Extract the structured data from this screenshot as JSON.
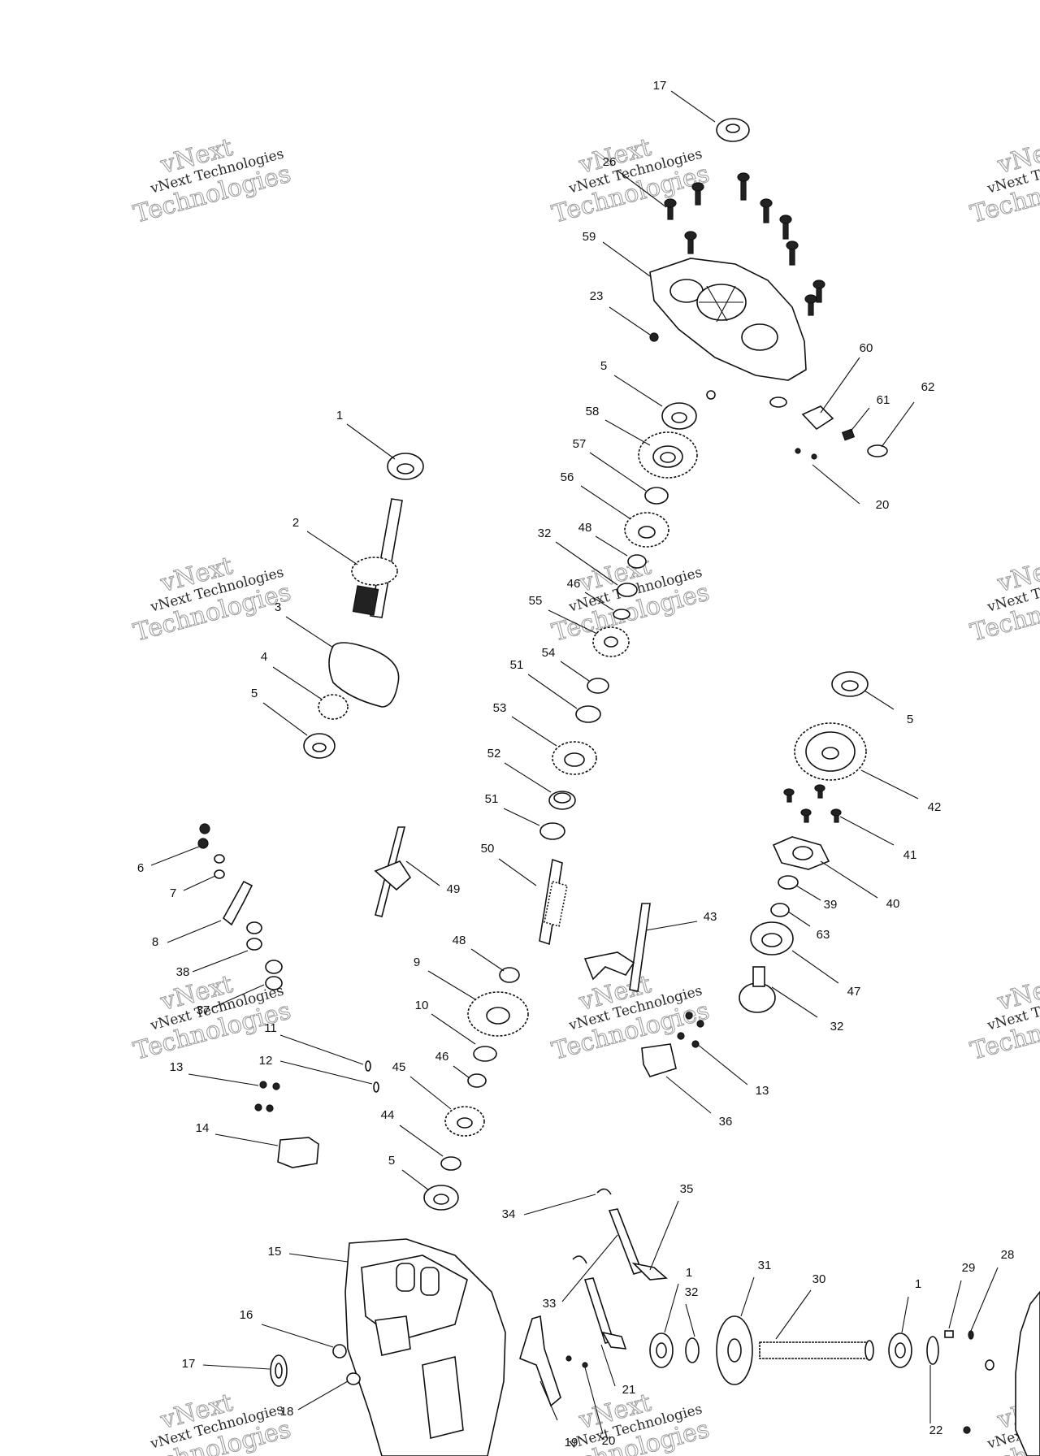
{
  "watermark": {
    "line1": "vNext",
    "line2": "vNext Technologies",
    "line3": "Technologies"
  },
  "callout_labels": [
    "17",
    "26",
    "59",
    "23",
    "5",
    "60",
    "61",
    "62",
    "58",
    "20",
    "1",
    "57",
    "56",
    "2",
    "48",
    "32",
    "46",
    "55",
    "3",
    "54",
    "4",
    "51",
    "5",
    "53",
    "5",
    "52",
    "42",
    "51",
    "41",
    "6",
    "50",
    "7",
    "49",
    "39",
    "40",
    "43",
    "48",
    "63",
    "8",
    "9",
    "47",
    "38",
    "10",
    "37",
    "32",
    "11",
    "12",
    "46",
    "13",
    "13",
    "45",
    "36",
    "14",
    "44",
    "5",
    "35",
    "34",
    "15",
    "33",
    "1",
    "31",
    "30",
    "1",
    "29",
    "28",
    "16",
    "32",
    "17",
    "21",
    "18",
    "20",
    "22",
    "19"
  ]
}
